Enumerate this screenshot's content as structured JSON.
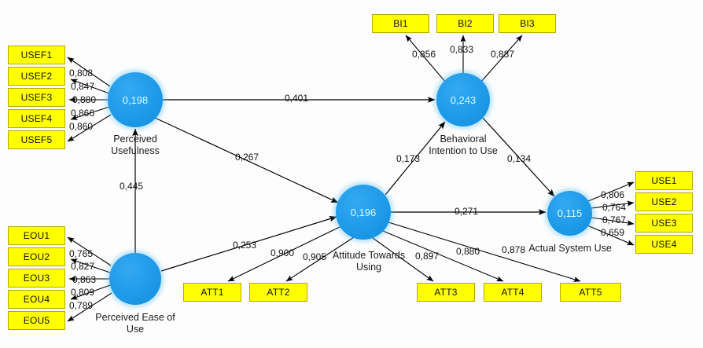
{
  "diagram": {
    "type": "structural-equation-model",
    "title": "Technology Acceptance Model path diagram",
    "colors": {
      "indicator_fill": "#ffff00",
      "indicator_border": "#b5a800",
      "construct_fill": "#1e9ae8",
      "construct_text": "#d9fbff",
      "arrow": "#000000",
      "background": "#fdfdfd"
    }
  },
  "constructs": [
    {
      "id": "PU",
      "label": "Perceived\nUsefulness",
      "r2": "0,198"
    },
    {
      "id": "PEOU",
      "label": "Perceived Ease of\nUse",
      "r2": ""
    },
    {
      "id": "ATT",
      "label": "Attitude Towards\nUsing",
      "r2": "0,196"
    },
    {
      "id": "BI",
      "label": "Behavioral\nIntention to Use",
      "r2": "0,243"
    },
    {
      "id": "ASU",
      "label": "Actual System Use",
      "r2": "0,115"
    }
  ],
  "indicators": {
    "USEF": [
      "USEF1",
      "USEF2",
      "USEF3",
      "USEF4",
      "USEF5"
    ],
    "EOU": [
      "EOU1",
      "EOU2",
      "EOU3",
      "EOU4",
      "EOU5"
    ],
    "ATT": [
      "ATT1",
      "ATT2",
      "ATT3",
      "ATT4",
      "ATT5"
    ],
    "BI": [
      "BI1",
      "BI2",
      "BI3"
    ],
    "USE": [
      "USE1",
      "USE2",
      "USE3",
      "USE4"
    ]
  },
  "loadings": {
    "PU_to_USEF": [
      "0,808",
      "0,847",
      "0,880",
      "0,866",
      "0,860"
    ],
    "PEOU_to_EOU": [
      "0,765",
      "0,827",
      "0,863",
      "0,809",
      "0,789"
    ],
    "ATT_to_ATT": [
      "0,900",
      "0,905",
      "0,897",
      "0,880",
      "0,878"
    ],
    "BI_to_BI": [
      "0,856",
      "0,833",
      "0,887"
    ],
    "ASU_to_USE": [
      "0,806",
      "0,764",
      "0,767",
      "0,659"
    ]
  },
  "paths": [
    {
      "id": "pu-bi",
      "from": "PU",
      "to": "BI",
      "coef": "0,401"
    },
    {
      "id": "pu-att",
      "from": "PU",
      "to": "ATT",
      "coef": "0,267"
    },
    {
      "id": "peou-pu",
      "from": "PEOU",
      "to": "PU",
      "coef": "0,445"
    },
    {
      "id": "peou-att",
      "from": "PEOU",
      "to": "ATT",
      "coef": "0,253"
    },
    {
      "id": "att-bi",
      "from": "ATT",
      "to": "BI",
      "coef": "0,173"
    },
    {
      "id": "att-asu",
      "from": "ATT",
      "to": "ASU",
      "coef": "0,271"
    },
    {
      "id": "bi-asu",
      "from": "BI",
      "to": "ASU",
      "coef": "0,134"
    }
  ]
}
